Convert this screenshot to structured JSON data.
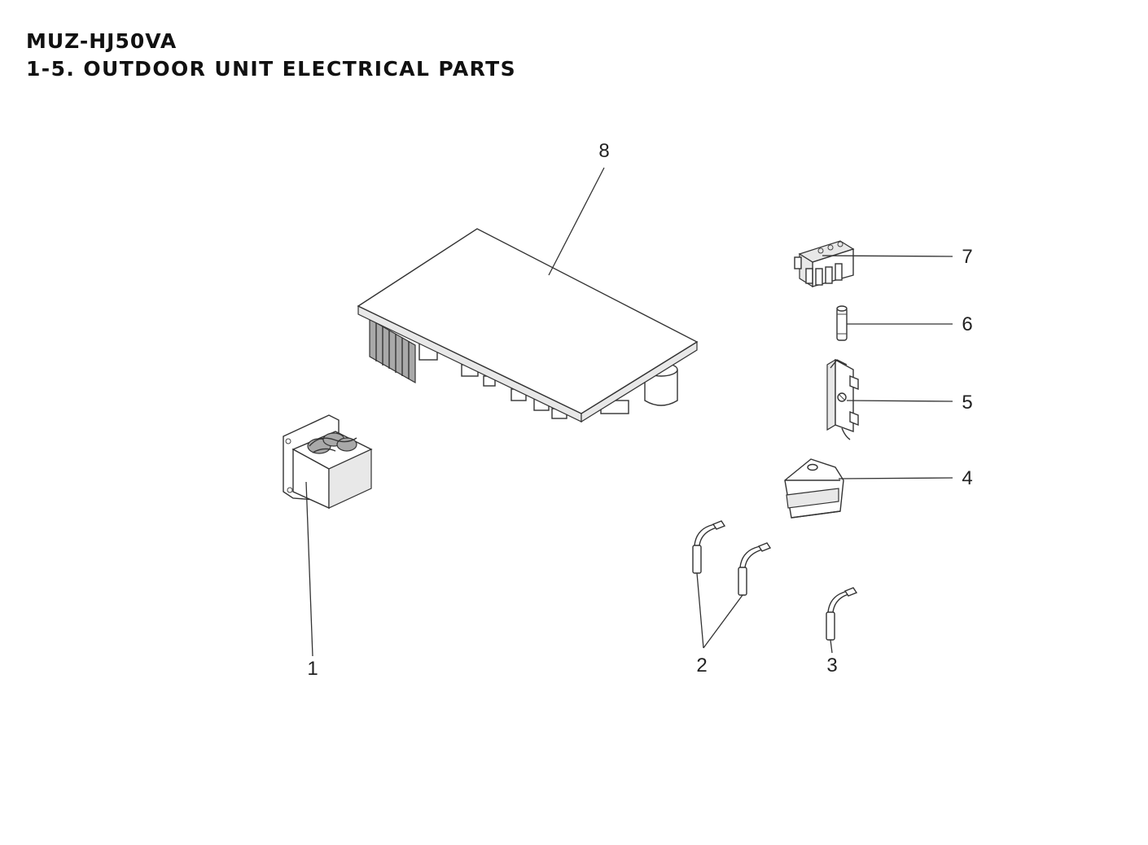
{
  "header": {
    "model": "MUZ-HJ50VA",
    "section": "1-5. OUTDOOR UNIT ELECTRICAL PARTS"
  },
  "callouts": [
    "1",
    "2",
    "3",
    "4",
    "5",
    "6",
    "7",
    "8"
  ]
}
